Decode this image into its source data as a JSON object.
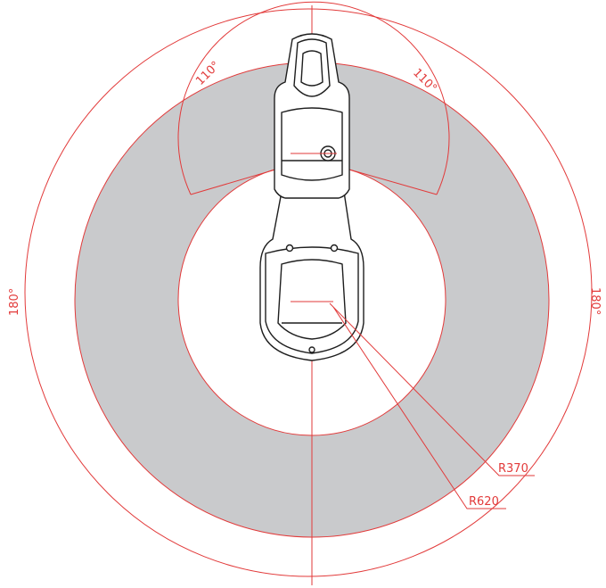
{
  "colors": {
    "dimension_line": "#e23a3a",
    "work_zone": "#c9cacc",
    "robot_outline": "#1e1e1e",
    "background": "#ffffff"
  },
  "labels": {
    "angle_top_left": "110°",
    "angle_top_right": "110°",
    "angle_left": "180°",
    "angle_right": "180°",
    "radius_inner": "R370",
    "radius_outer": "R620"
  }
}
